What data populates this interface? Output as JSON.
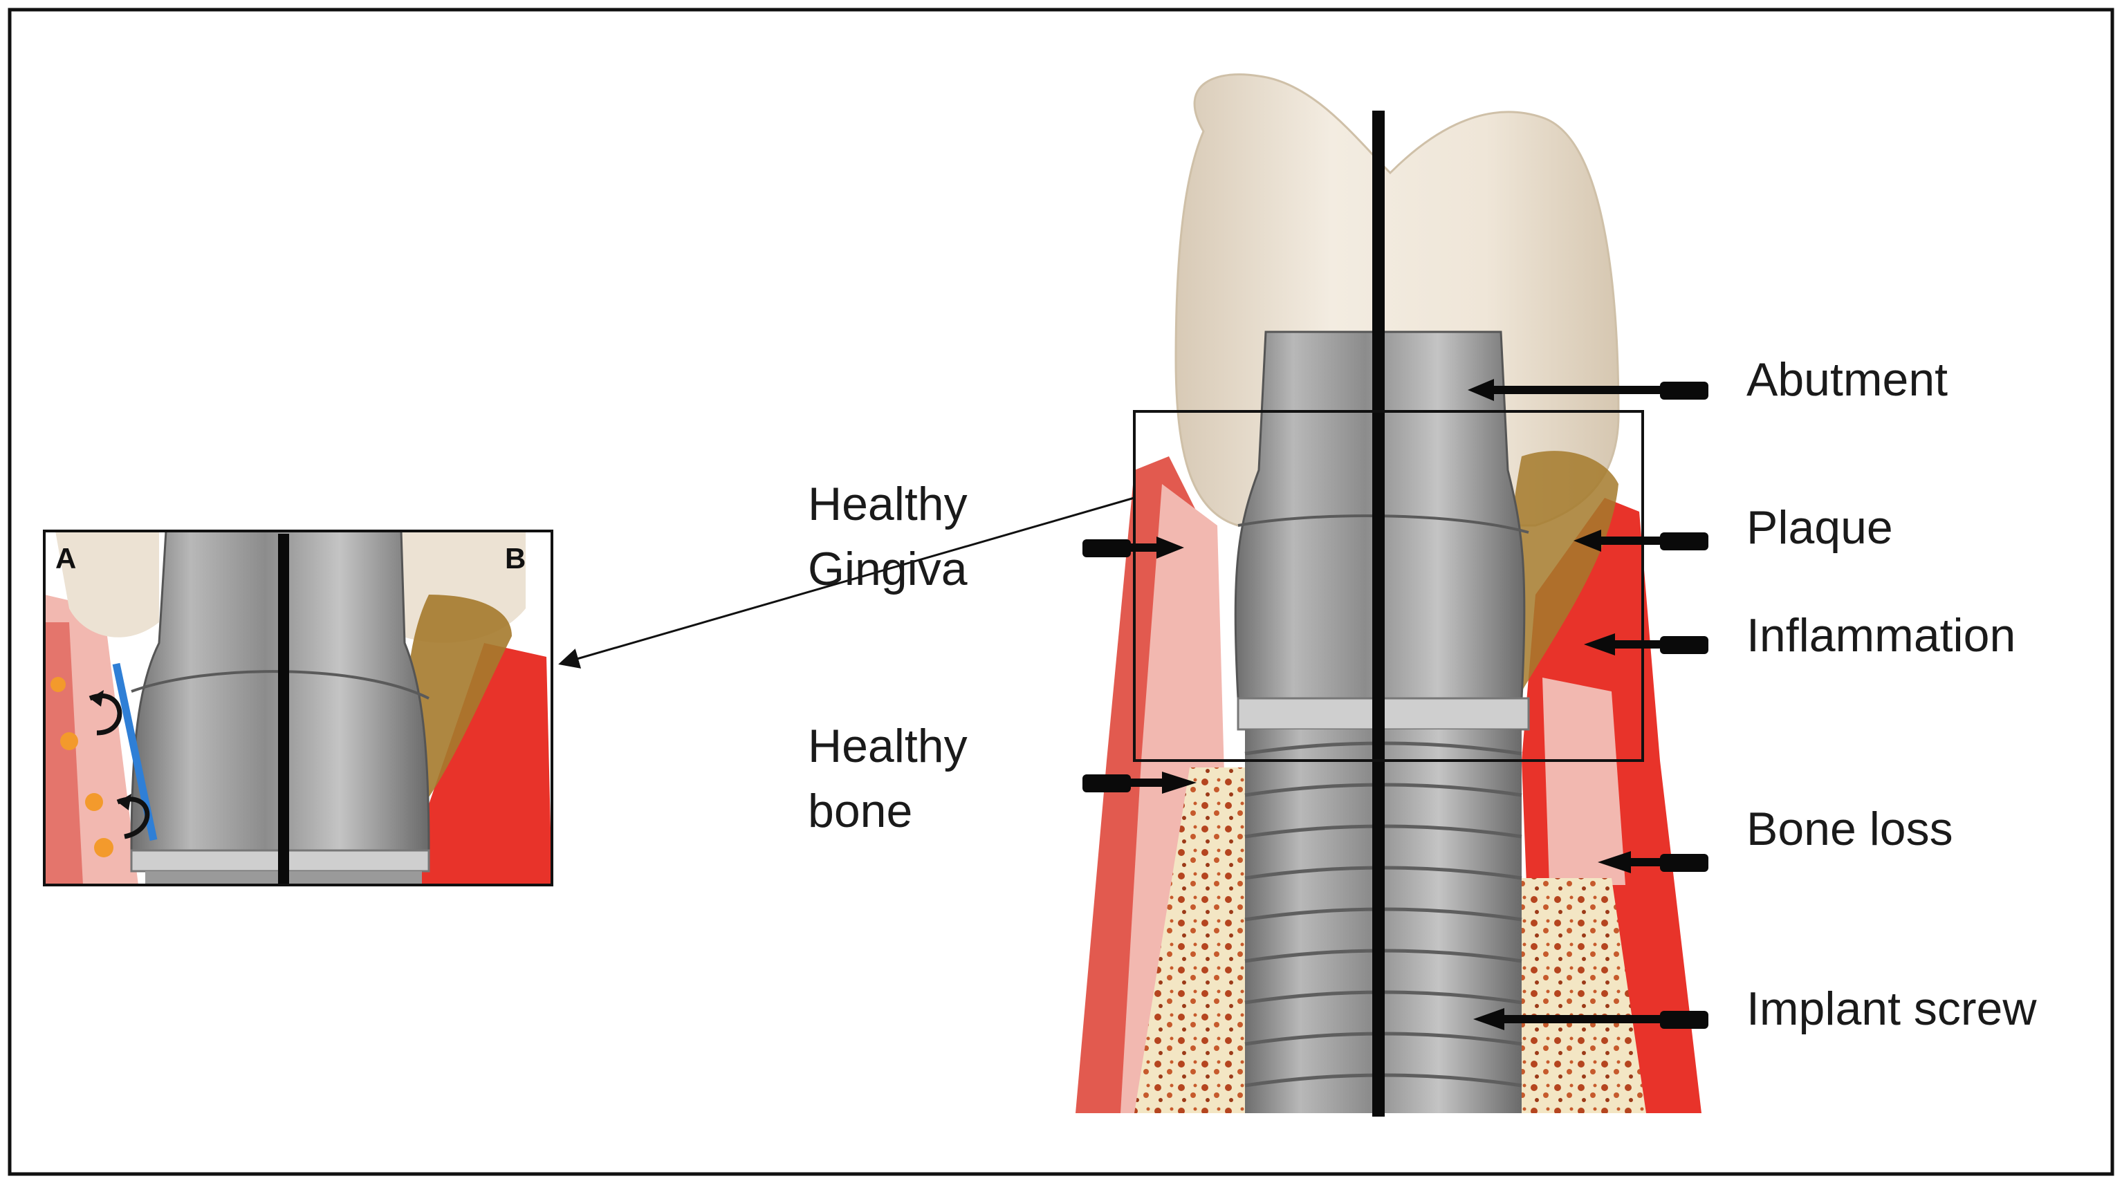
{
  "labels": {
    "abutment": "Abutment",
    "plaque": "Plaque",
    "inflammation": "Inflammation",
    "bone_loss": "Bone loss",
    "implant_screw": "Implant screw",
    "healthy_gingiva_line1": "Healthy",
    "healthy_gingiva_line2": "Gingiva",
    "healthy_bone_line1": "Healthy",
    "healthy_bone_line2": "bone"
  },
  "inset": {
    "side_a": "A",
    "side_b": "B"
  },
  "colors": {
    "gingiva_healthy": "#f2b8b0",
    "gingiva_inflamed": "#e8332a",
    "bone": "#f3e6c4",
    "bone_marrow": "#b5451f",
    "plaque": "#a57a2c",
    "tooth_crown": "#ece2d3",
    "implant_metal": "#9a9a9a",
    "barrier_line": "#2f7fd6",
    "bacteria": "#f39a2c"
  }
}
